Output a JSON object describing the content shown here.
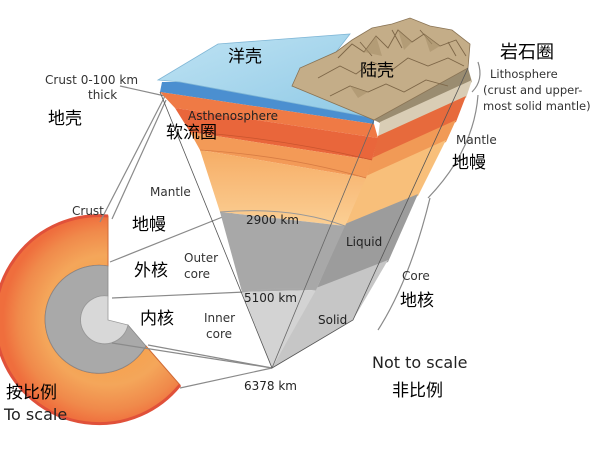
{
  "labels": {
    "crust_thick_line1": "Crust 0-100 km",
    "crust_thick_line2": "thick",
    "crust_cn": "地壳",
    "ocean_crust_cn": "洋壳",
    "continental_crust_cn": "陆壳",
    "lithosphere_cn": "岩石圈",
    "lithosphere_line1": "Lithosphere",
    "lithosphere_line2": "(crust and upper-",
    "lithosphere_line3": "most solid mantle)",
    "asthenosphere": "Asthenosphere",
    "asthenosphere_cn": "软流圈",
    "mantle_right": "Mantle",
    "mantle_right_cn": "地幔",
    "crust_left": "Crust",
    "mantle_left": "Mantle",
    "mantle_left_cn": "地幔",
    "depth_2900": "2900 km",
    "liquid": "Liquid",
    "outer_core_line1": "Outer",
    "outer_core_line2": "core",
    "outer_core_cn": "外核",
    "core_right": "Core",
    "core_right_cn": "地核",
    "depth_5100": "5100 km",
    "inner_core_line1": "Inner",
    "inner_core_line2": "core",
    "inner_core_cn": "内核",
    "solid": "Solid",
    "depth_6378": "6378 km",
    "not_to_scale": "Not to scale",
    "not_to_scale_cn": "非比例",
    "to_scale_cn": "按比例",
    "to_scale": "To scale"
  },
  "colors": {
    "ocean": "#a8d4ea",
    "ocean_top": "#8ac6e6",
    "lithosphere_blue": "#4b8fd0",
    "asthenosphere_red": "#e8613a",
    "mantle_orange": "#f39a57",
    "mantle_light": "#f8bf78",
    "mantle_pale": "#fbd197",
    "outer_core": "#a8a8a8",
    "inner_core": "#d3d3d3",
    "liquid_side": "#9c9c9c",
    "solid_side": "#c6c6c6",
    "rock": "#c2ab87",
    "rock_dark": "#8a7455"
  }
}
